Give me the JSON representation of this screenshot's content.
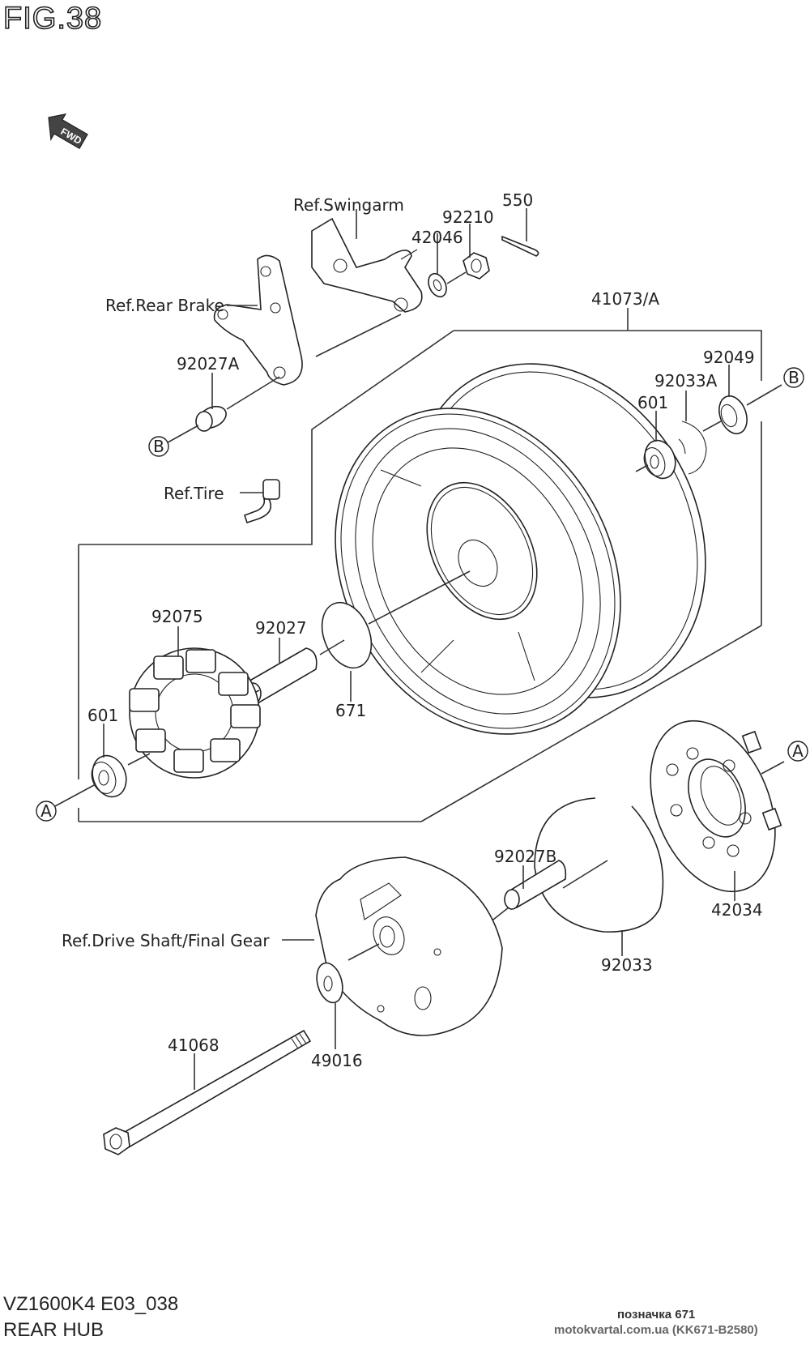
{
  "figure": {
    "number_label": "FIG.38",
    "orientation_badge": "FWD",
    "model_code": "VZ1600K4 E03_038",
    "section_title": "REAR HUB"
  },
  "callouts": {
    "ref_swingarm": "Ref.Swingarm",
    "ref_rear_brake": "Ref.Rear Brake",
    "ref_tire": "Ref.Tire",
    "ref_drive_shaft": "Ref.Drive Shaft/Final Gear",
    "p550": "550",
    "p92210": "92210",
    "p42046": "42046",
    "p41073a": "41073/A",
    "p92049": "92049",
    "p92033a": "92033A",
    "p601_top": "601",
    "p92027a": "92027A",
    "p92075": "92075",
    "p92027": "92027",
    "p671": "671",
    "p601_bottom": "601",
    "p92027b": "92027B",
    "p42034": "42034",
    "p92033": "92033",
    "p41068": "41068",
    "p49016": "49016"
  },
  "markers": {
    "a": "A",
    "b": "B"
  },
  "watermark": {
    "caption": "позначка 671",
    "site": "motokvartal.com.ua (KK671-B2580)"
  }
}
